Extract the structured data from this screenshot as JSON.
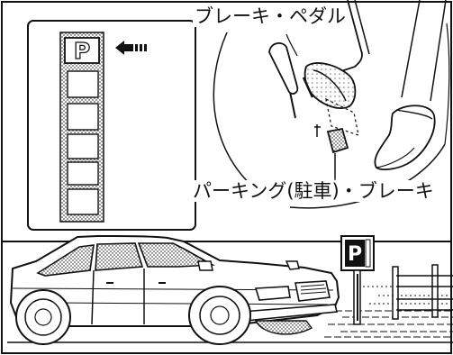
{
  "labels": {
    "brake_pedal": "ブレーキ・ペダル",
    "parking_brake": "パーキング(駐車)・ブレーキ"
  },
  "gear_panel": {
    "selected": "P",
    "slot_count": 6,
    "indicator": "arrow-left-icon"
  },
  "sign": {
    "text": "P"
  },
  "colors": {
    "ink": "#111111",
    "background": "#ffffff",
    "shading": "#9a9a9a"
  }
}
